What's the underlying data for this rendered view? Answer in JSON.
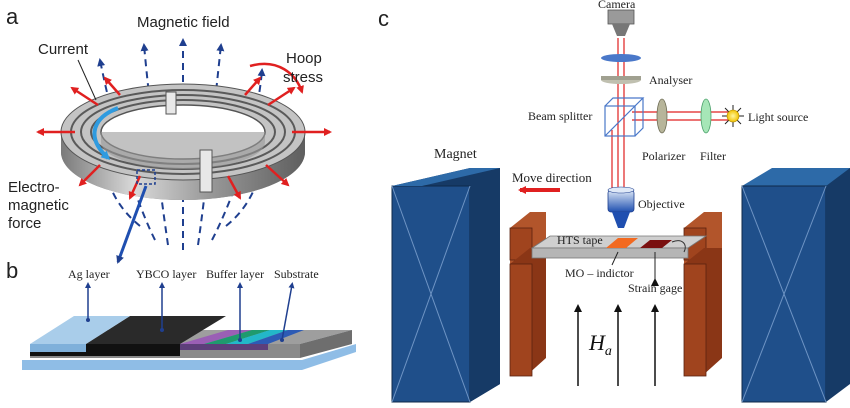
{
  "panels": {
    "a": {
      "label": "a",
      "magnetic_field": "Magnetic field",
      "current": "Current",
      "hoop_stress_line1": "Hoop",
      "hoop_stress_line2": "stress",
      "em_force_line1": "Electro-",
      "em_force_line2": "magnetic",
      "em_force_line3": "force"
    },
    "b": {
      "label": "b",
      "layers": [
        "Ag layer",
        "YBCO layer",
        "Buffer layer",
        "Substrate"
      ]
    },
    "c": {
      "label": "c",
      "camera": "Camera",
      "analyser": "Analyser",
      "beam_splitter": "Beam splitter",
      "light_source": "Light source",
      "polarizer": "Polarizer",
      "filter": "Filter",
      "magnet": "Magnet",
      "move_direction": "Move direction",
      "objective": "Objective",
      "hts_tape": "HTS tape",
      "mo_indicator": "MO – indictor",
      "strain_gage": "Strain gage",
      "field_symbol": "H",
      "field_subscript": "a"
    }
  },
  "colors": {
    "force_arrow": "#e02020",
    "field_line": "#1f3f8f",
    "current_arrow": "#2f9be0",
    "magnet_front": "#1f4f8a",
    "magnet_side": "#163a66",
    "clamp": "#a0441e",
    "ag_layer": "#a9cdea",
    "ybco_layer": "#2a2a2a",
    "substrate": "#9e9e9e",
    "mo_indicator": "#f26a21",
    "strain_gage": "#7a1010",
    "laser": "#e02020"
  }
}
